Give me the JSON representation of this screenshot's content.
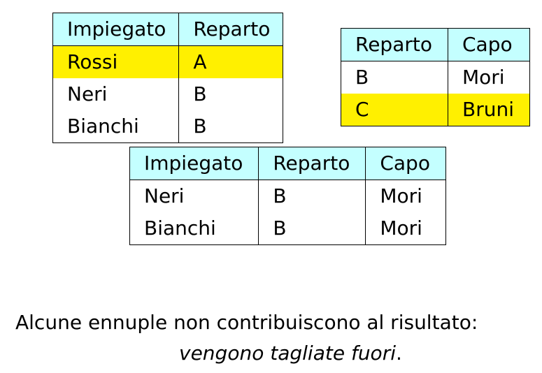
{
  "table_r1": {
    "headers": [
      "Impiegato",
      "Reparto"
    ],
    "rows": [
      {
        "cells": [
          "Rossi",
          "A"
        ],
        "highlighted": true
      },
      {
        "cells": [
          "Neri",
          "B"
        ],
        "highlighted": false
      },
      {
        "cells": [
          "Bianchi",
          "B"
        ],
        "highlighted": false
      }
    ]
  },
  "table_r2": {
    "headers": [
      "Reparto",
      "Capo"
    ],
    "rows": [
      {
        "cells": [
          "B",
          "Mori"
        ],
        "highlighted": false
      },
      {
        "cells": [
          "C",
          "Bruni"
        ],
        "highlighted": true
      }
    ]
  },
  "table_result": {
    "headers": [
      "Impiegato",
      "Reparto",
      "Capo"
    ],
    "rows": [
      {
        "cells": [
          "Neri",
          "B",
          "Mori"
        ],
        "highlighted": false
      },
      {
        "cells": [
          "Bianchi",
          "B",
          "Mori"
        ],
        "highlighted": false
      }
    ]
  },
  "caption": {
    "line1": "Alcune ennuple non contribuiscono al risultato:",
    "line2_italic": "vengono tagliate fuori",
    "line2_end": "."
  },
  "colors": {
    "header_bg": "#c4ffff",
    "highlight_bg": "#fff000",
    "border": "#000000"
  }
}
